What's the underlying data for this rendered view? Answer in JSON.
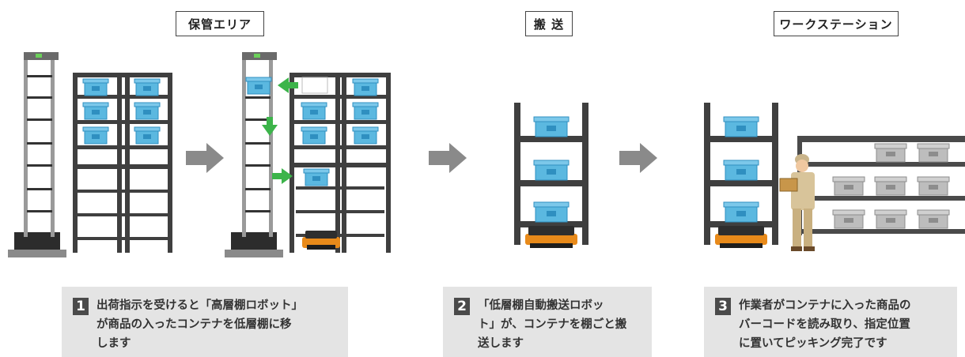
{
  "stages": [
    {
      "label": "保管エリア"
    },
    {
      "label": "搬 送"
    },
    {
      "label": "ワークステーション"
    }
  ],
  "steps": [
    {
      "number": "1",
      "lines": [
        "出荷指示を受けると「高層棚ロボット」",
        "が商品の入ったコンテナを低層棚に移",
        "します"
      ]
    },
    {
      "number": "2",
      "lines": [
        "「低層棚自動搬送ロボッ",
        "ト」が、コンテナを棚ごと搬",
        "送します"
      ]
    },
    {
      "number": "3",
      "lines": [
        "作業者がコンテナに入った商品の",
        "バーコードを読み取り、指定位置",
        "に置いてピッキング完了です"
      ]
    }
  ],
  "colors": {
    "shelf": "#3f3f3f",
    "container": "#5bb8e0",
    "container_dark": "#2f8fc0",
    "arrow_gray": "#8a8a8a",
    "arrow_green": "#3cb44a",
    "robot_orange": "#e88a1a",
    "grey_box": "#b5b5b5"
  },
  "icons": [
    "right-arrow-icon",
    "green-arrow-icon",
    "tall-shelf-robot-icon",
    "low-shelf-robot-icon",
    "worker-icon"
  ]
}
